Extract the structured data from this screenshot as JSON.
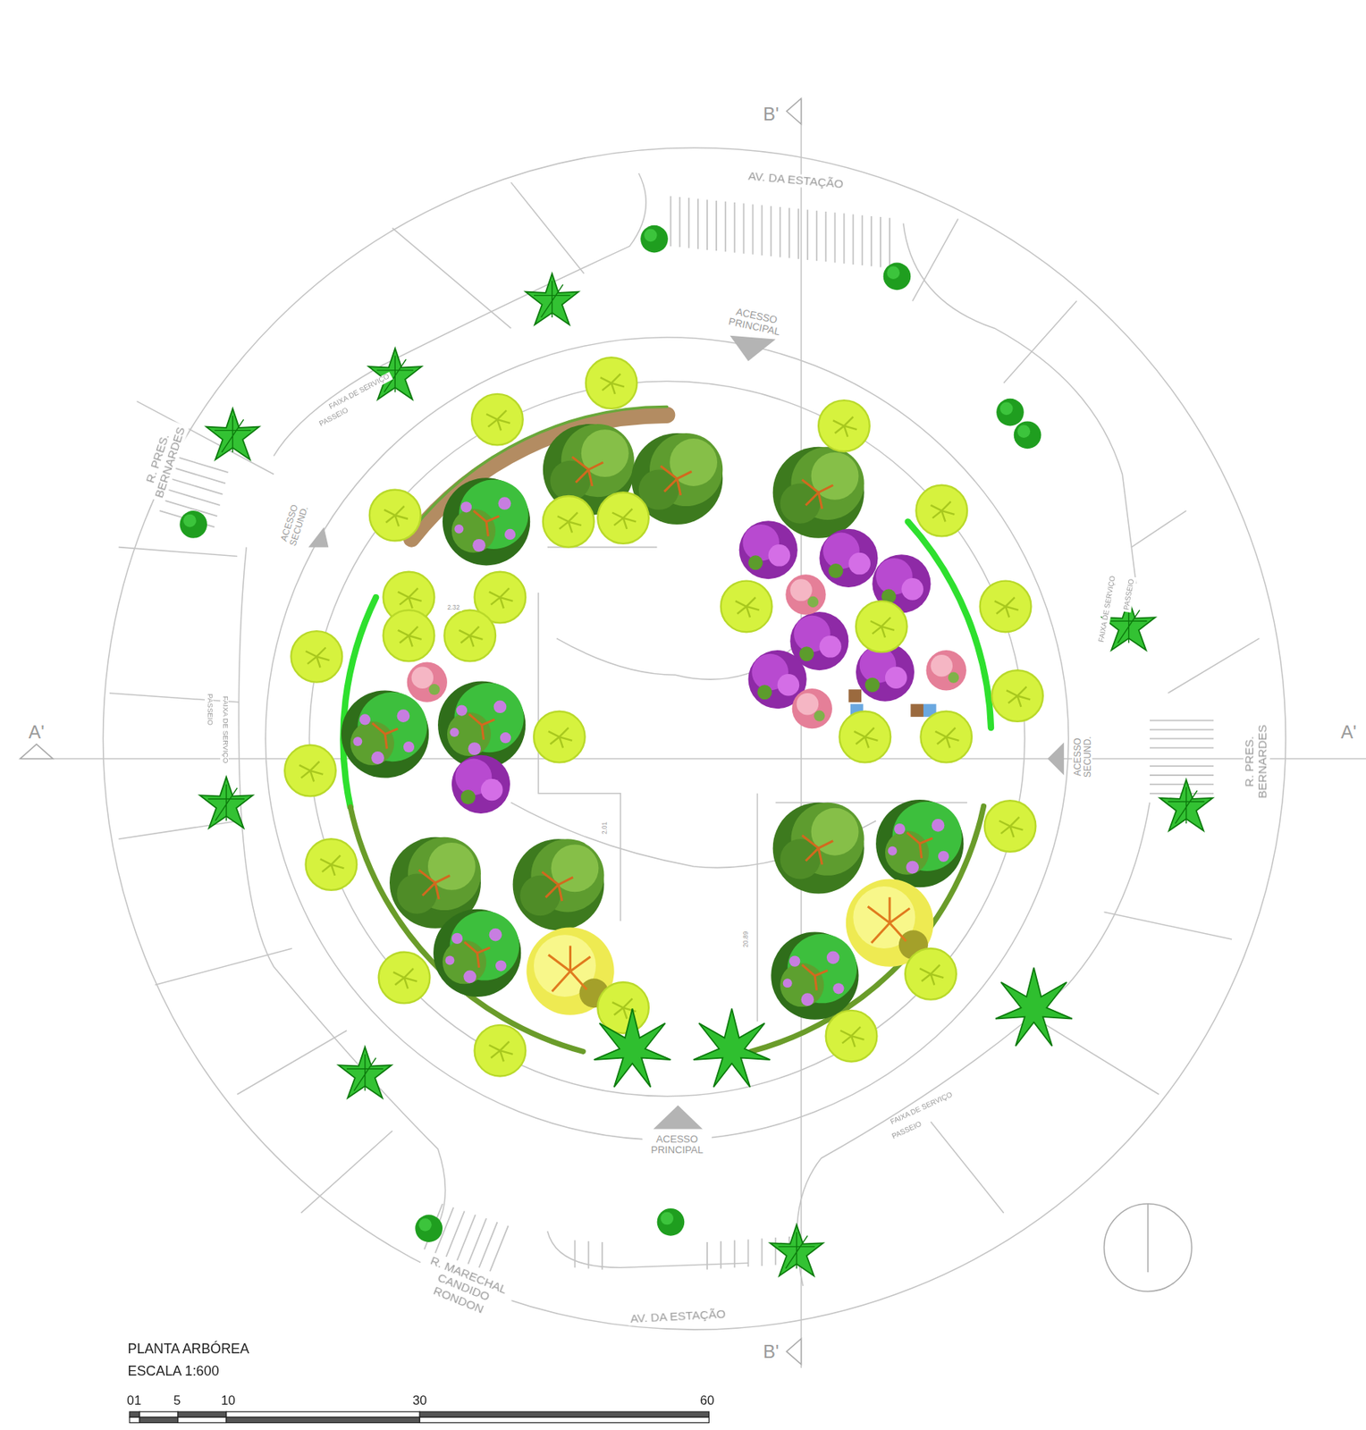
{
  "diagram": {
    "title": "PLANTA ARBÓREA",
    "caption": "ESCALA 1:600",
    "labels": [
      "B'",
      "AV. DA ESTAÇÃO",
      "ACESSO PRINCIPAL",
      "PASSEIO",
      "FAIXA DE SERVIÇO",
      "R. PRES. BERNARDES",
      "ACESSO SECUND.",
      "FAIXA DE SERVIÇO",
      "PASSEIO",
      "2.32",
      "A'",
      "PASSEIO",
      "FAIXA DE SERVIÇO",
      "ACESSO SECUND.",
      "R. PRES. BERNARDES",
      "A'",
      "2.01",
      "20.89",
      "ACESSO PRINCIPAL",
      "FAIXA DE SERVIÇO",
      "PASSEIO",
      "R. MARECHAL CANDIDO RONDON",
      "AV. DA ESTAÇÃO",
      "B'",
      "01",
      "5",
      "10",
      "30",
      "60"
    ]
  }
}
